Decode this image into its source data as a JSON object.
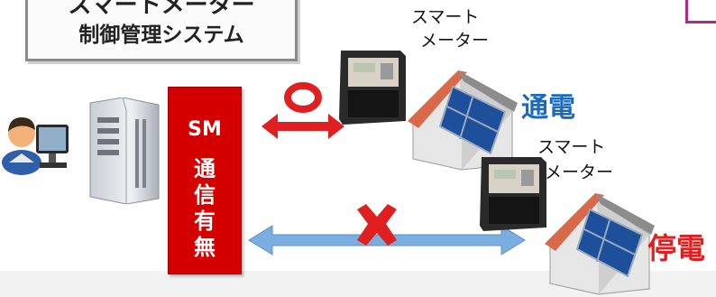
{
  "title_box": {
    "line1": "スマートメーター",
    "line2": "制御管理システム"
  },
  "meter_top": {
    "label1": "スマート",
    "label2": "メーター",
    "status": "通電"
  },
  "meter_bottom": {
    "label1": "スマート",
    "label2": "メーター",
    "status": "停電"
  },
  "sm_bar": {
    "title": "SM",
    "chars": [
      "通",
      "信",
      "有",
      "無"
    ]
  },
  "colors": {
    "bar_red": "#d40000",
    "link_ok": "#e02020",
    "link_fail": "#7aaee0",
    "status_on": "#1a6bc0",
    "status_off": "#e02020"
  },
  "icons": [
    "user-icon",
    "server-icon",
    "ok-circle-icon",
    "fail-cross-icon",
    "meter-icon",
    "house-icon"
  ]
}
